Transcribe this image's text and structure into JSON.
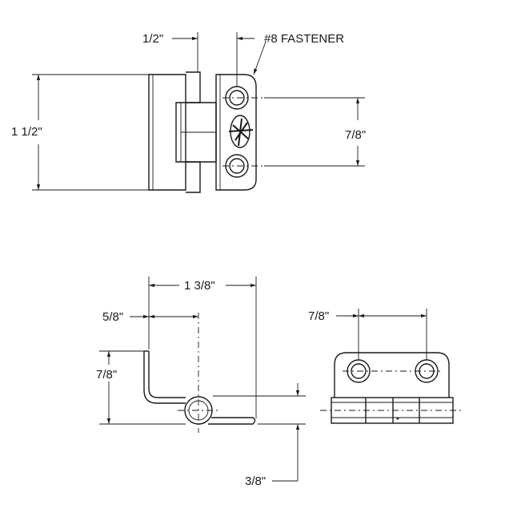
{
  "front_view": {
    "dim_width": "1/2\"",
    "fastener_callout": "#8 FASTENER",
    "dim_height": "1 1/2\"",
    "dim_hole_spacing": "7/8\""
  },
  "side_view": {
    "dim_overall_length": "1 3/8\"",
    "dim_leaf_offset": "5/8\"",
    "dim_leaf_height": "7/8\"",
    "dim_knuckle": "3/8\""
  },
  "end_view": {
    "dim_hole_spacing": "7/8\""
  }
}
